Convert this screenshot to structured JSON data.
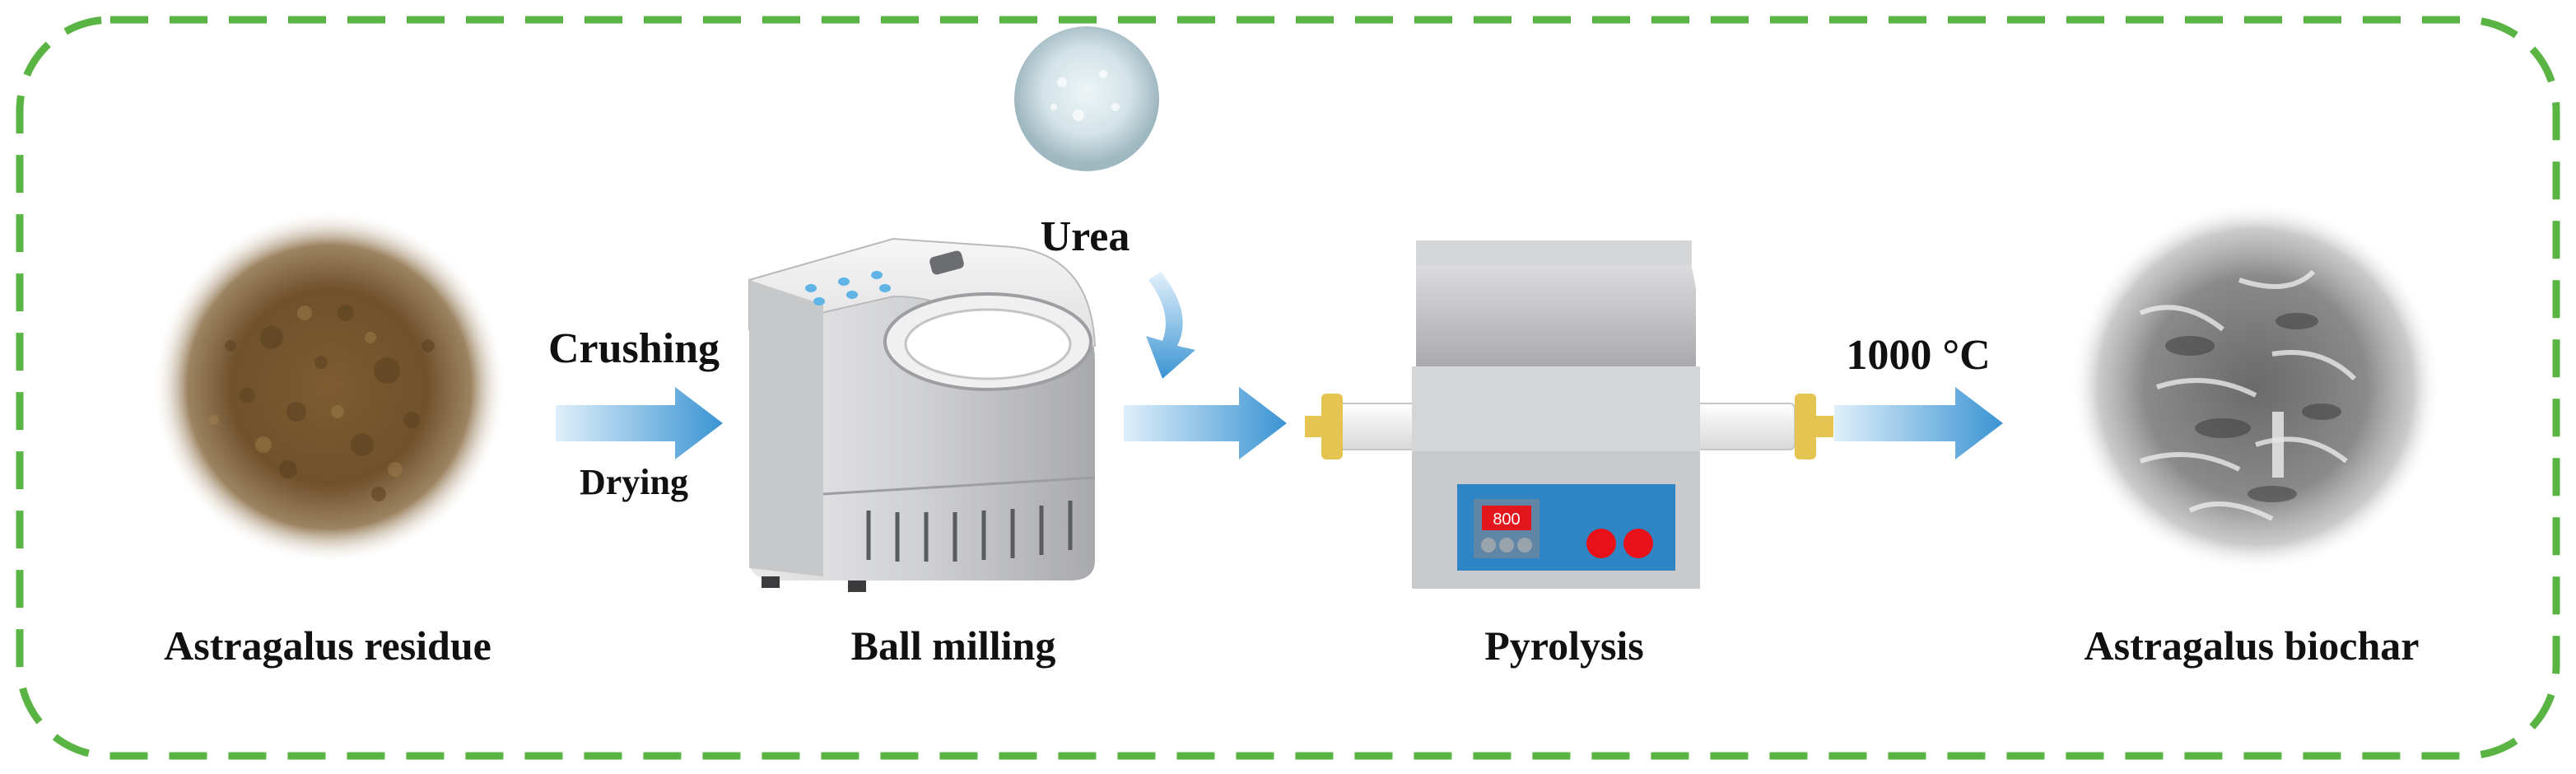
{
  "labels": {
    "residue": "Astragalus  residue",
    "milling": "Ball milling",
    "pyrolysis": "Pyrolysis",
    "biochar": "Astragalus  biochar",
    "urea": "Urea",
    "crushing": "Crushing",
    "drying": "Drying",
    "temperature": "1000 °C"
  },
  "furnace_display": "800",
  "colors": {
    "border": "#59b443",
    "arrow": "#3e9ad6",
    "residue": "#7b5a2e",
    "furnace_panel": "#2f84c4",
    "button_red": "#e8111a",
    "display_red": "#e2161c"
  }
}
